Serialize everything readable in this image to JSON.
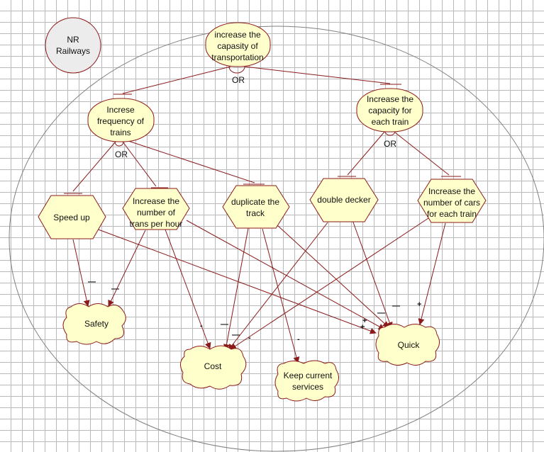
{
  "actor": {
    "label": [
      "NR",
      "Railways"
    ]
  },
  "goals": {
    "g1": [
      "increase the",
      "capasity of",
      "transportation"
    ],
    "g2": [
      "Increse",
      "frequency of",
      "trains"
    ],
    "g3": [
      "Increase the",
      "capacity for",
      "each train"
    ]
  },
  "tasks": {
    "t1": [
      "Speed up"
    ],
    "t2": [
      "Increase the",
      "number of",
      "trans per hour"
    ],
    "t3": [
      "duplicate the",
      "track"
    ],
    "t4": [
      "double decker"
    ],
    "t5": [
      "Increase the",
      "number of cars",
      "for each train"
    ]
  },
  "softgoals": {
    "s1": [
      "Safety"
    ],
    "s2": [
      "Cost"
    ],
    "s3": [
      "Keep current",
      "services"
    ],
    "s4": [
      "Quick"
    ]
  },
  "labels": {
    "or": "OR",
    "minus": "—",
    "plus": "+",
    "dash": "-"
  },
  "colors": {
    "fill": "#ffffcc",
    "stroke": "#8b1a1a",
    "actorFill": "#ececec",
    "grid": "#b9b9b9"
  }
}
